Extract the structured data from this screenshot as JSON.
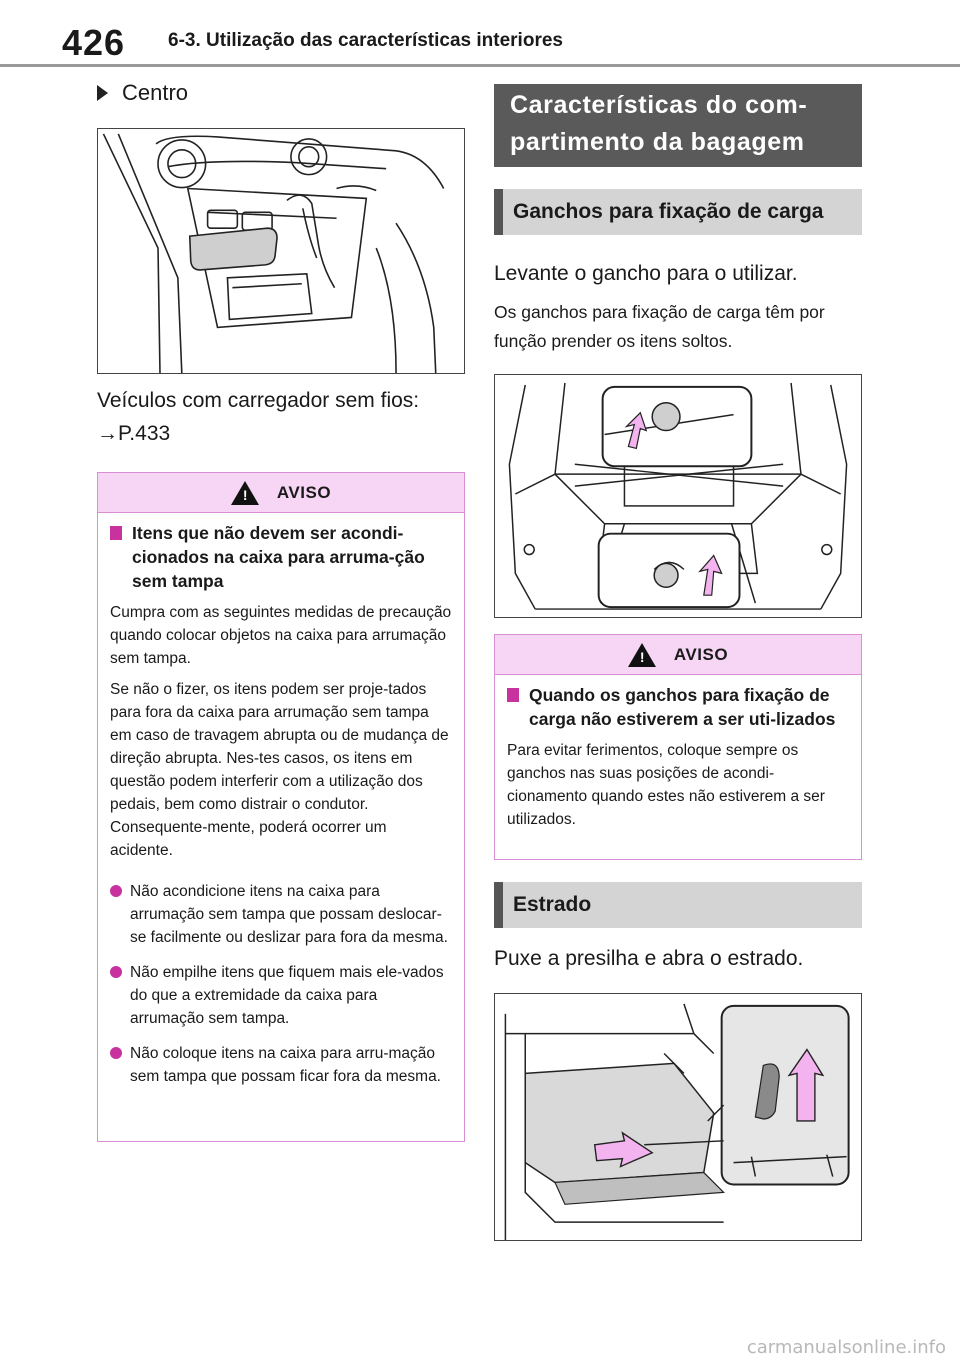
{
  "header": {
    "page_number": "426",
    "section": "6-3. Utilização das características interiores"
  },
  "left": {
    "subheading": "Centro",
    "figure1_icon": "center-console-illustration",
    "text1": "Veículos com carregador sem fios:",
    "text2": "→P.433",
    "warning": {
      "label": "AVISO",
      "title": "Itens que não devem ser acondi-cionados na caixa para arruma-ção sem tampa",
      "para1": "Cumpra com as seguintes medidas de precaução quando colocar objetos na caixa para arrumação sem tampa.",
      "para2": "Se não o fizer, os itens podem ser proje-tados para fora da caixa para arrumação sem tampa em caso de travagem abrupta ou de mudança de direção abrupta. Nes-tes casos, os itens em questão podem interferir com a utilização dos pedais, bem como distrair o condutor. Consequente-mente, poderá ocorrer um acidente.",
      "bullets": [
        "Não acondicione itens na caixa para arrumação sem tampa que possam deslocar-se facilmente ou deslizar para fora da mesma.",
        "Não empilhe itens que fiquem mais ele-vados do que a extremidade da caixa para arrumação sem tampa.",
        "Não coloque itens na caixa para arru-mação sem tampa que possam ficar fora da mesma."
      ]
    }
  },
  "right": {
    "main_heading": "Características do com-partimento da bagagem",
    "sub_heading1": "Ganchos para fixação de carga",
    "text1": "Levante o gancho para o utilizar.",
    "text2": "Os ganchos para fixação de carga têm por função prender os itens soltos.",
    "figure2_icon": "cargo-hooks-illustration",
    "warning": {
      "label": "AVISO",
      "title": "Quando os ganchos para fixação de carga não estiverem a ser uti-lizados",
      "para1": "Para evitar ferimentos, coloque sempre os ganchos nas suas posições de acondi-cionamento quando estes não estiverem a ser utilizados."
    },
    "sub_heading2": "Estrado",
    "text3": "Puxe a presilha e abra o estrado.",
    "figure3_icon": "deck-board-illustration"
  },
  "footer": {
    "watermark": "carmanualsonline.info"
  },
  "colors": {
    "warning_border": "#d88fd6",
    "warning_header": "#f6d6f4",
    "warning_marker": "#c7329f",
    "arrow_fill": "#f2b3ef",
    "dark_band": "#5a5a5a",
    "grey_band": "#d4d4d4"
  }
}
